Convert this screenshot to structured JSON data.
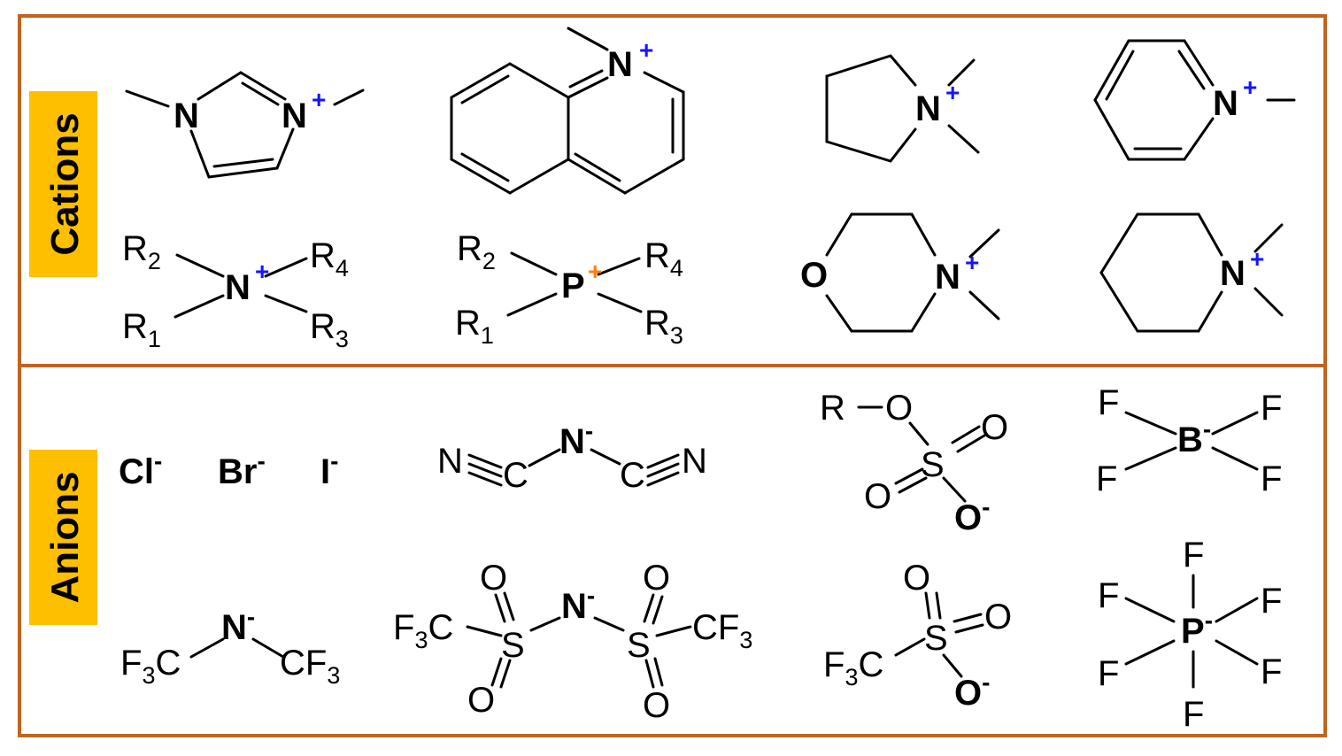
{
  "colors": {
    "border": "#c0641e",
    "label_bg": "#fdbf00",
    "nitrogen": "#1414ff",
    "oxygen": "#ff0000",
    "phosphorus": "#ff8000",
    "boron": "#ff00ff",
    "halide": "#a50000",
    "default": "#000000"
  },
  "sections": {
    "cations_label": "Cations",
    "anions_label": "Anions"
  },
  "atoms": {
    "N": "N",
    "P": "P",
    "O": "O",
    "B": "B",
    "S": "S",
    "C": "C",
    "F": "F",
    "R": "R",
    "F3C": "F",
    "CF": "CF",
    "plus": "+",
    "minus": "-"
  },
  "substituents": {
    "R1": "1",
    "R2": "2",
    "R3": "3",
    "R4": "4",
    "three": "3"
  },
  "halides": {
    "chloride": "Cl",
    "bromide": "Br",
    "iodide": "I"
  }
}
